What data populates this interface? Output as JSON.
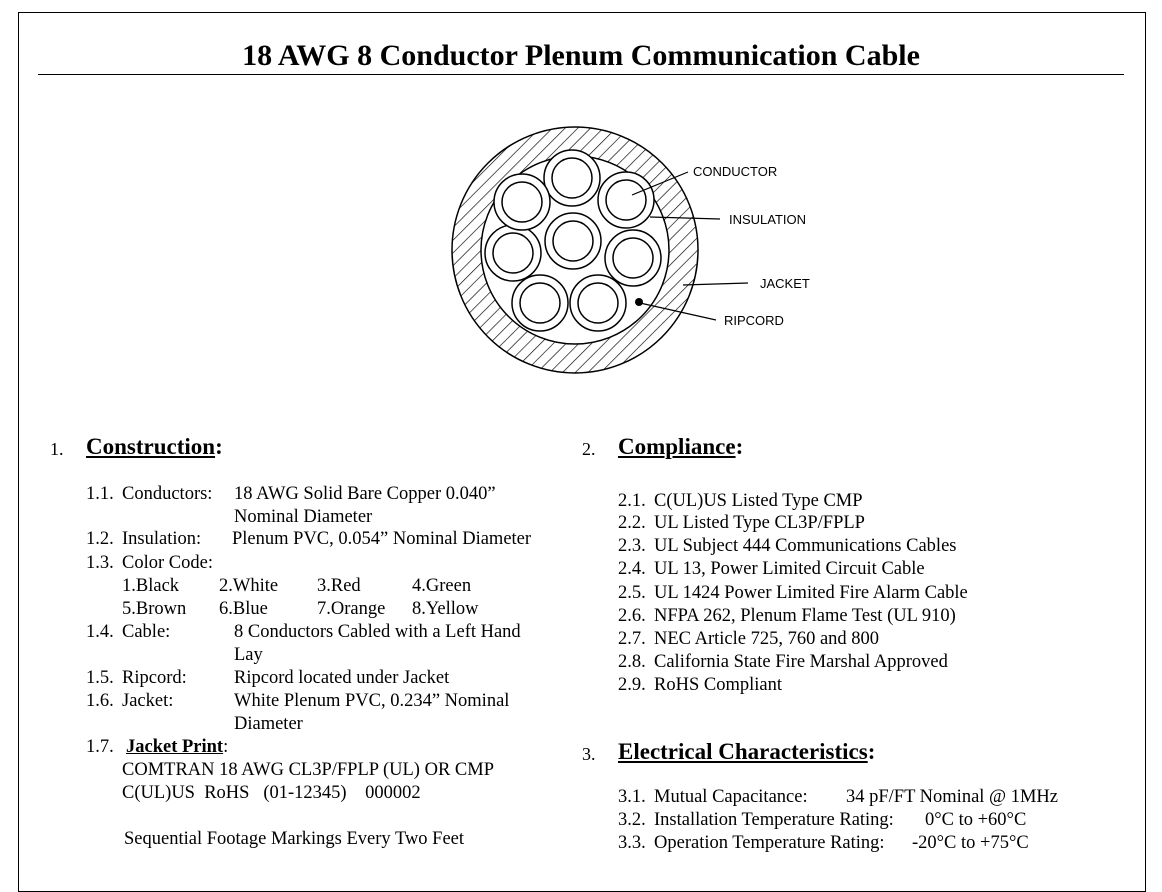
{
  "title": "18 AWG 8 Conductor Plenum Communication Cable",
  "diagram": {
    "labels": {
      "conductor": "CONDUCTOR",
      "insulation": "INSULATION",
      "jacket": "JACKET",
      "ripcord": "RIPCORD"
    }
  },
  "construction": {
    "number": "1.",
    "title": "Construction",
    "colon": ":",
    "conductors": {
      "num": "1.1.",
      "label": "Conductors:",
      "line1": "18 AWG Solid Bare Copper 0.040”",
      "line2": "Nominal Diameter"
    },
    "insulation": {
      "num": "1.2.",
      "label": "Insulation:",
      "line1": "Plenum PVC, 0.054” Nominal Diameter"
    },
    "color_code": {
      "num": "1.3.",
      "label": "Color Code:",
      "row1": [
        "1.Black",
        "2.White",
        "3.Red",
        "4.Green"
      ],
      "row2": [
        "5.Brown",
        "6.Blue",
        "7.Orange",
        "8.Yellow"
      ]
    },
    "cable": {
      "num": "1.4.",
      "label": "Cable:",
      "line1": "8 Conductors Cabled with a Left Hand",
      "line2": "Lay"
    },
    "ripcord": {
      "num": "1.5.",
      "label": "Ripcord:",
      "line1": "Ripcord located under Jacket"
    },
    "jacket": {
      "num": "1.6.",
      "label": "Jacket:",
      "line1": "White Plenum PVC, 0.234” Nominal",
      "line2": "Diameter"
    },
    "jacket_print": {
      "num": "1.7.",
      "label": "Jacket Print",
      "colon": ":",
      "line1": "COMTRAN 18 AWG CL3P/FPLP (UL) OR CMP",
      "line2": "C(UL)US  RoHS   (01-12345)    000002",
      "line3": "Sequential Footage Markings Every Two Feet"
    }
  },
  "compliance": {
    "number": "2.",
    "title": "Compliance",
    "colon": ":",
    "items": [
      {
        "num": "2.1.",
        "text": "C(UL)US Listed Type CMP"
      },
      {
        "num": "2.2.",
        "text": "UL Listed Type CL3P/FPLP"
      },
      {
        "num": "2.3.",
        "text": "UL Subject 444 Communications Cables"
      },
      {
        "num": "2.4.",
        "text": "UL 13, Power Limited Circuit Cable"
      },
      {
        "num": "2.5.",
        "text": "UL 1424 Power Limited Fire Alarm Cable"
      },
      {
        "num": "2.6.",
        "text": "NFPA 262, Plenum Flame Test (UL 910)"
      },
      {
        "num": "2.7.",
        "text": "NEC Article 725, 760 and 800"
      },
      {
        "num": "2.8.",
        "text": "California State Fire Marshal Approved"
      },
      {
        "num": "2.9.",
        "text": "RoHS Compliant"
      }
    ]
  },
  "electrical": {
    "number": "3.",
    "title": "Electrical Characteristics",
    "colon": ":",
    "items": [
      {
        "num": "3.1.",
        "label": "Mutual Capacitance:",
        "value": "34 pF/FT Nominal @ 1MHz"
      },
      {
        "num": "3.2.",
        "label": "Installation Temperature Rating:",
        "value": "0°C to +60°C"
      },
      {
        "num": "3.3.",
        "label": "Operation Temperature Rating:",
        "value": "-20°C to +75°C"
      }
    ]
  }
}
